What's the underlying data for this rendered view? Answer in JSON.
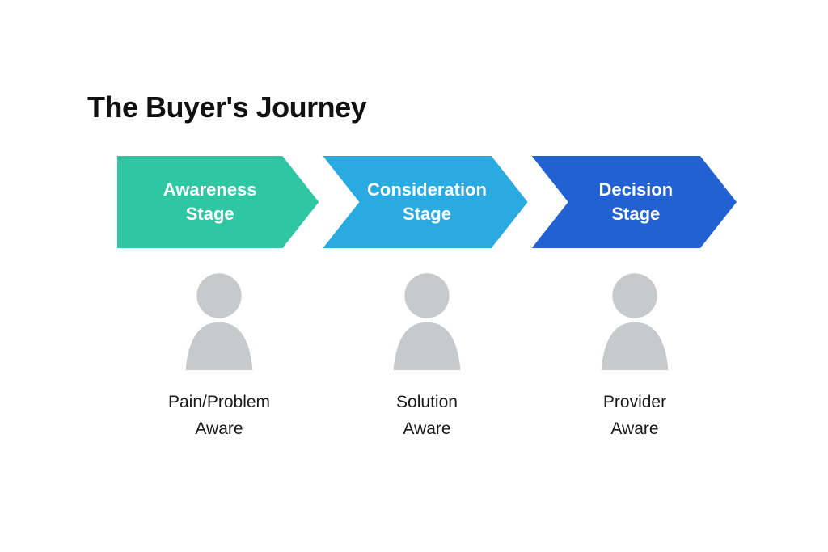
{
  "title": "The Buyer's Journey",
  "colors": {
    "background": "#ffffff",
    "title_text": "#111111",
    "stage_text": "#ffffff",
    "persona_text": "#1a1a1a",
    "person_icon_gray": "#c7cacd"
  },
  "stages": [
    {
      "name": "Awareness Stage",
      "label_line1": "Awareness",
      "label_line2": "Stage",
      "arrow_color": "#2fc6a3",
      "persona_name": "Pain/Problem Aware",
      "persona_line1": "Pain/Problem",
      "persona_line2": "Aware"
    },
    {
      "name": "Consideration Stage",
      "label_line1": "Consideration",
      "label_line2": "Stage",
      "arrow_color": "#29abe2",
      "persona_name": "Solution Aware",
      "persona_line1": "Solution",
      "persona_line2": "Aware"
    },
    {
      "name": "Decision Stage",
      "label_line1": "Decision",
      "label_line2": "Stage",
      "arrow_color": "#2161d2",
      "persona_name": "Provider Aware",
      "persona_line1": "Provider",
      "persona_line2": "Aware"
    }
  ]
}
